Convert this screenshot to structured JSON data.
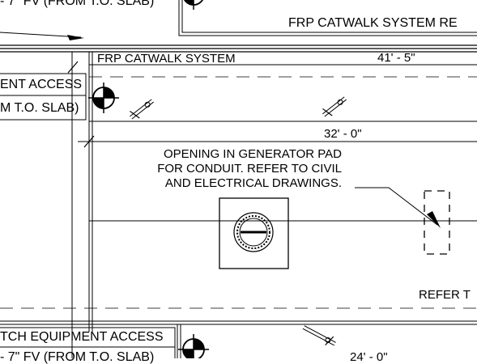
{
  "labels": {
    "top_elev_partial": "- 7\" FV (FROM T.O. SLAB)",
    "frp_catwalk_system_re": "FRP CATWALK SYSTEM RE",
    "frp_catwalk_system": "FRP CATWALK SYSTEM",
    "dim_41_5": "41' - 5\"",
    "ent_access": "ENT ACCESS",
    "m_to_slab": "M T.O. SLAB)",
    "dim_32_0": "32' - 0\"",
    "opening_note_line1": "OPENING IN GENERATOR PAD",
    "opening_note_line2": "FOR CONDUIT. REFER TO CIVIL",
    "opening_note_line3": "AND ELECTRICAL DRAWINGS.",
    "refer_t": "REFER T",
    "tch_equipment_access": "TCH EQUIPMENT ACCESS",
    "bottom_elev_partial": "- 7\" FV (FROM T.O. SLAB)",
    "dim_24_0": "24' - 0\""
  },
  "colors": {
    "line": "#000000",
    "background": "#ffffff"
  }
}
